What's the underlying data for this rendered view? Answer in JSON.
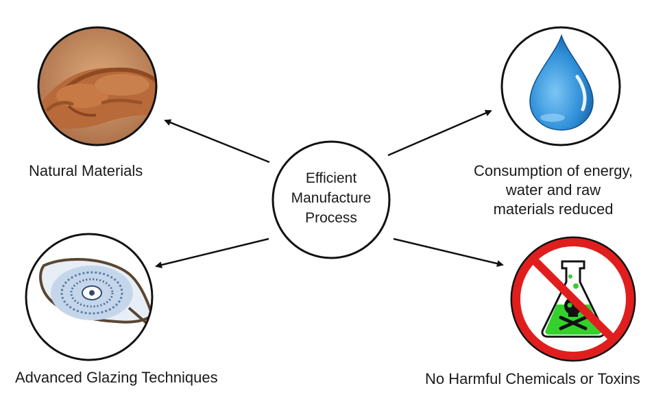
{
  "center": {
    "lines": [
      "Efficient",
      "Manufacture",
      "Process"
    ]
  },
  "nodes": {
    "natural": {
      "label": "Natural Materials",
      "icon": "clay-hands-photo"
    },
    "water": {
      "label_lines": [
        "Consumption of energy,",
        "water and raw",
        "materials reduced"
      ],
      "icon": "water-drop-icon"
    },
    "glazing": {
      "label": "Advanced Glazing Techniques",
      "icon": "glazed-dish-photo"
    },
    "chemicals": {
      "label": "No Harmful Chemicals or Toxins",
      "icon": "no-toxic-chemicals-icon"
    }
  },
  "colors": {
    "outline": "#111111",
    "clay": "#b8683a",
    "water": "#2f8fd8",
    "glaze": "#6f92b8",
    "prohibit": "#e01e1e",
    "chemical": "#34d12c"
  }
}
